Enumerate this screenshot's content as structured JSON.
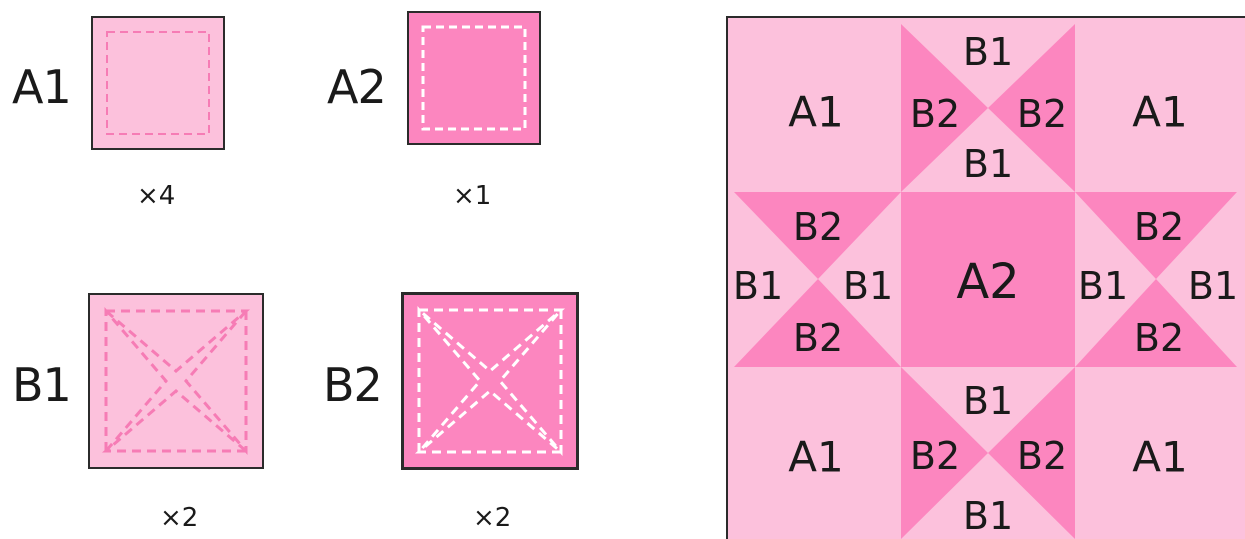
{
  "colors": {
    "light_pink": "#fcc1dc",
    "dark_pink": "#fc86bf",
    "light_stitch": "#f67cb5",
    "dark_stitch": "#ffffff",
    "outline": "#2b2b2b"
  },
  "pieces": {
    "a1": {
      "label": "A1",
      "count": "×4"
    },
    "a2": {
      "label": "A2",
      "count": "×1"
    },
    "b1": {
      "label": "B1",
      "count": "×2"
    },
    "b2": {
      "label": "B2",
      "count": "×2"
    }
  },
  "block": {
    "a1": "A1",
    "a2": "A2",
    "b1": "B1",
    "b2": "B2"
  }
}
